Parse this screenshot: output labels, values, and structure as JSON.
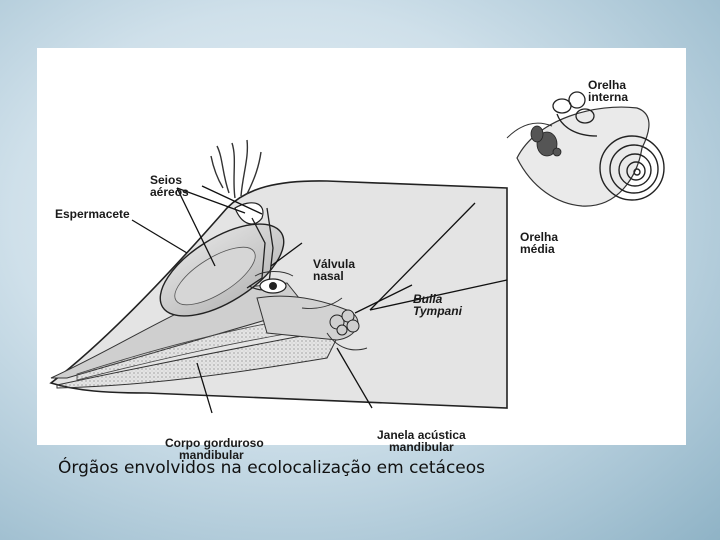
{
  "labels": {
    "orelha_interna": [
      "Orelha",
      "interna"
    ],
    "seios_aereos": [
      "Seios",
      "aéreos"
    ],
    "espermacete": "Espermacete",
    "orelha_media": [
      "Orelha",
      "média"
    ],
    "valvula_nasal": [
      "Válvula",
      "nasal"
    ],
    "bulla_tympani": [
      "Bulla",
      "Tympani"
    ],
    "corpo_gorduroso": [
      "Corpo gorduroso",
      "mandibular"
    ],
    "janela_acustica": [
      "Janela acústica",
      "mandibular"
    ]
  },
  "caption": "Órgãos  envolvidos na ecolocalização em cetáceos"
}
